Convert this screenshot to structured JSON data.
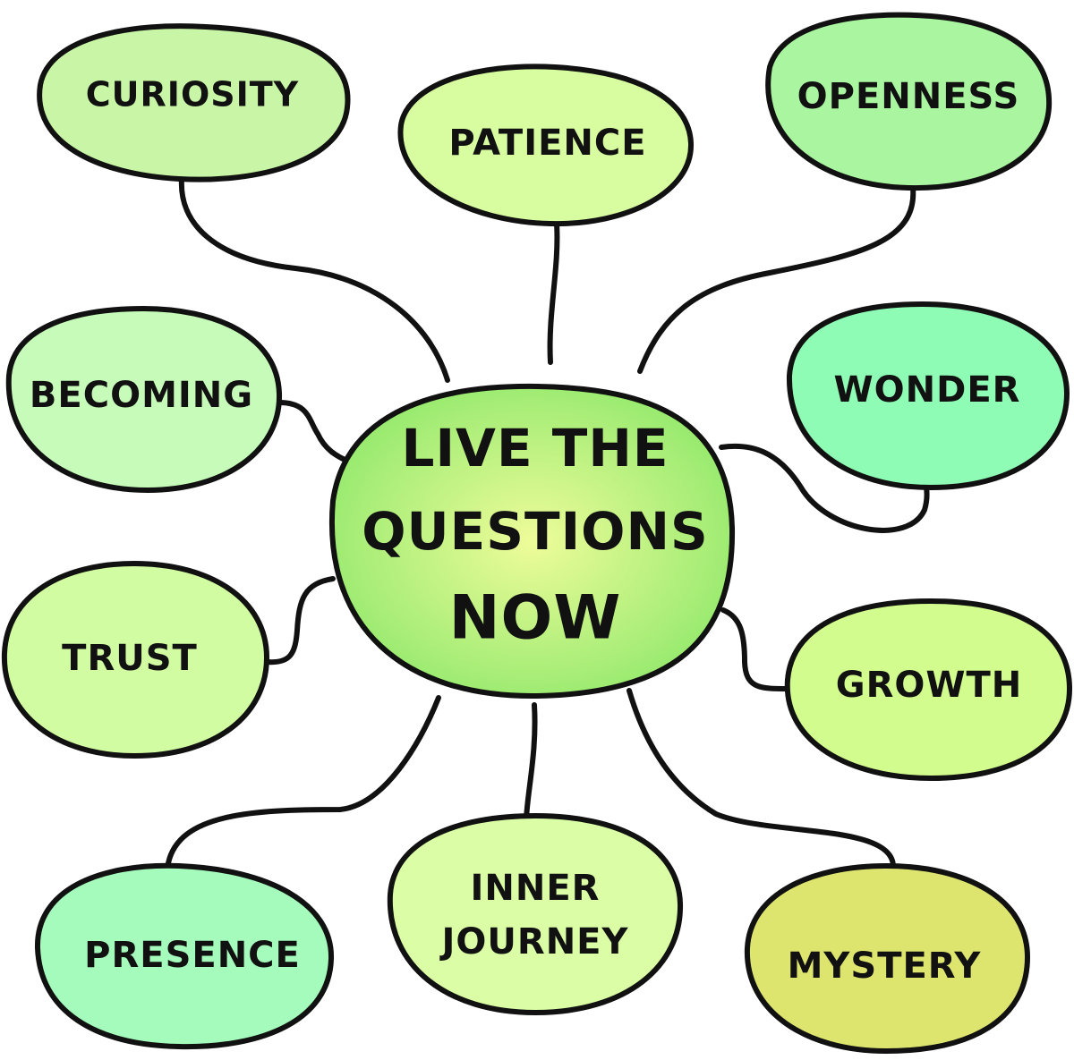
{
  "center": {
    "line1": "LIVE THE",
    "line2": "QUESTIONS",
    "line3": "NOW"
  },
  "nodes": {
    "curiosity": {
      "label": "CURIOSITY",
      "color": "#c9f6a6"
    },
    "patience": {
      "label": "PATIENCE",
      "color": "#d8fda0"
    },
    "openness": {
      "label": "OPENNESS",
      "color": "#a9f5a0"
    },
    "becoming": {
      "label": "BECOMING",
      "color": "#c6fbb9"
    },
    "wonder": {
      "label": "WONDER",
      "color": "#8efcb4"
    },
    "trust": {
      "label": "TRUST",
      "color": "#d2fca1"
    },
    "growth": {
      "label": "GROWTH",
      "color": "#d3fc8e"
    },
    "presence": {
      "label": "PRESENCE",
      "color": "#a4fbbb"
    },
    "inner_journey": {
      "line1": "INNER",
      "line2": "JOURNEY",
      "color": "#dafda6"
    },
    "mystery": {
      "label": "MYSTERY",
      "color": "#dde56f"
    }
  },
  "center_colors": {
    "inner": "#eefc9a",
    "outer": "#8ee86a"
  }
}
